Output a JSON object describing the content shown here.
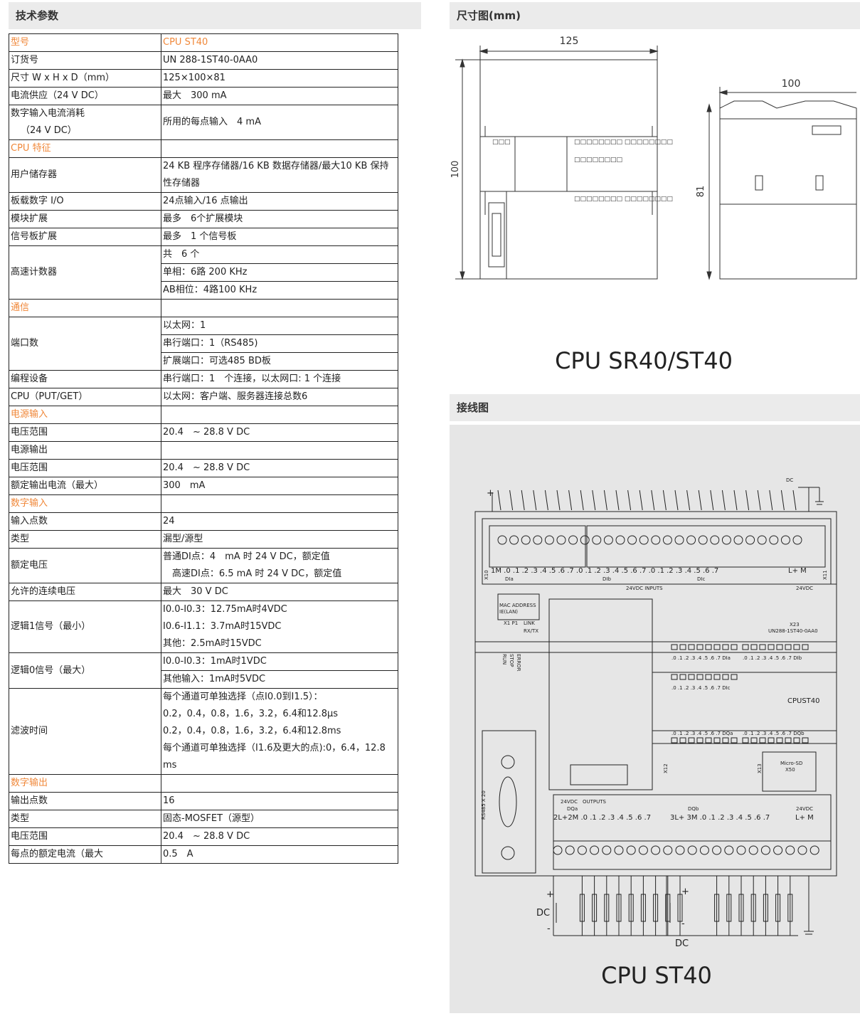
{
  "tech": {
    "heading": "技术参数",
    "rows": [
      {
        "kind": "section",
        "label": "型号",
        "value": "CPU ST40"
      },
      {
        "kind": "row",
        "label": "订货号",
        "value": "UN 288-1ST40-0AA0"
      },
      {
        "kind": "row",
        "label": "尺寸 W x H x D（mm）",
        "value": "125×100×81"
      },
      {
        "kind": "row",
        "label": "电流供应（24 V DC）",
        "value": "最大　300 mA"
      },
      {
        "kind": "row2",
        "label": "数字输入电流消耗",
        "label2": "（24 V DC）",
        "value": "所用的每点输入　4 mA"
      },
      {
        "kind": "section",
        "label": "CPU 特征",
        "value": ""
      },
      {
        "kind": "wrap",
        "label": "用户储存器",
        "value": "24  KB 程序存储器/16 KB 数据存储器/最大10 KB 保持性存储器"
      },
      {
        "kind": "row",
        "label": "板载数字 I/O",
        "value": "24点输入/16 点输出"
      },
      {
        "kind": "row",
        "label": "模块扩展",
        "value": "最多　6个扩展模块"
      },
      {
        "kind": "row",
        "label": "信号板扩展",
        "value": "最多　1 个信号板"
      },
      {
        "kind": "multi",
        "label": "高速计数器",
        "values": [
          "共　6 个",
          "单相：6路 200 KHz",
          "AB相位：4路100 KHz"
        ]
      },
      {
        "kind": "section",
        "label": "通信",
        "value": ""
      },
      {
        "kind": "multi",
        "label": "端口数",
        "values": [
          "以太网：1",
          "串行端口：1（RS485)",
          "扩展端口：可选485 BD板"
        ]
      },
      {
        "kind": "row",
        "label": "编程设备",
        "value": "串行端口：1　个连接，以太网口: 1 个连接"
      },
      {
        "kind": "row",
        "label": "CPU（PUT/GET）",
        "value": "以太网：客户端、服务器连接总数6"
      },
      {
        "kind": "section",
        "label": "电源输入",
        "value": ""
      },
      {
        "kind": "row",
        "label": "电压范围",
        "value": "20.4　~ 28.8 V DC"
      },
      {
        "kind": "row",
        "label": "电源输出",
        "value": ""
      },
      {
        "kind": "row",
        "label": "电压范围",
        "value": "20.4　~ 28.8 V DC"
      },
      {
        "kind": "row",
        "label": "额定输出电流（最大）",
        "value": "300　mA"
      },
      {
        "kind": "section",
        "label": "数字输入",
        "value": ""
      },
      {
        "kind": "row",
        "label": "输入点数",
        "value": "24"
      },
      {
        "kind": "row",
        "label": "类型",
        "value": "漏型/源型"
      },
      {
        "kind": "lines",
        "label": "额定电压",
        "values": [
          "普通DI点：4　mA 时 24 V DC，额定值",
          "　高速DI点：6.5 mA 时 24 V DC，额定值"
        ]
      },
      {
        "kind": "row",
        "label": "允许的连续电压",
        "value": "最大　30 V DC"
      },
      {
        "kind": "lines",
        "label": "逻辑1信号（最小）",
        "values": [
          "I0.0-I0.3：12.75mA时4VDC",
          "I0.6-I1.1：3.7mA时15VDC",
          "其他：2.5mA时15VDC"
        ]
      },
      {
        "kind": "multi",
        "label": "逻辑0信号（最大）",
        "values": [
          "I0.0-I0.3：1mA时1VDC",
          "其他输入：1mA时5VDC"
        ]
      },
      {
        "kind": "lines",
        "label": "滤波时间",
        "values": [
          "每个通道可单独选择（点I0.0到I1.5）：",
          "0.2，0.4，0.8，1.6，3.2，6.4和12.8μs",
          "0.2，0.4，0.8，1.6，3.2，6.4和12.8ms",
          "每个通道可单独选择（I1.6及更大的点):0，6.4，12.8",
          "ms"
        ]
      },
      {
        "kind": "section",
        "label": "数字输出",
        "value": ""
      },
      {
        "kind": "row",
        "label": "输出点数",
        "value": "16"
      },
      {
        "kind": "row",
        "label": "类型",
        "value": "固态-MOSFET（源型）"
      },
      {
        "kind": "row",
        "label": "电压范围",
        "value": "20.4　~ 28.8 V DC"
      },
      {
        "kind": "row",
        "label": "每点的额定电流（最大",
        "value": "0.5　A"
      }
    ]
  },
  "dimension": {
    "heading": "尺寸图(mm)",
    "width_label": "125",
    "height_label": "100",
    "depth_label": "100",
    "depth_height_label": "81",
    "caption": "CPU SR40/ST40"
  },
  "wiring": {
    "heading": "接线图",
    "caption": "CPU ST40",
    "top_dc": "DC",
    "inputs_label": "24VDC INPUTS",
    "outputs_label": "24VDC　OUTPUTS",
    "vdc_label": "24VDC",
    "mac": [
      "MAC ADDRESS",
      "IE(LAN)"
    ],
    "port_labels": [
      "X1  P1",
      "LINK",
      "RX/TX"
    ],
    "model_x": "X23",
    "model_no": "UN288-1ST40-0AA0",
    "cpu_name": "CPUST40",
    "status": [
      "RUN",
      "STOP",
      "ERROR"
    ],
    "x10": "X10",
    "x11": "X11",
    "x12": "X12",
    "x13": "X13",
    "rs485": "RS485 X 20",
    "microsd": [
      "Micro-SD",
      "X50"
    ],
    "input_terms": "1M  .0   .1   .2   .3   .4   .5   .6    .7   .0   .1   .2   .3   .4   .5   .6   .7   .0   .1   .2   .3   .4   .5   .6   .7",
    "l_m": "L+   M",
    "dia": "DIa",
    "dib": "DIb",
    "dic": "DIc",
    "dqa": "DQa",
    "dqb": "DQb",
    "out_terms_a": "2L+2M .0   .1   .2   .3   .4   .5   .6   .7",
    "out_terms_b": "3L+   3M .0   .1   .2   .3   .4   .5   .6   .7",
    "out_lm": "L+  M",
    "led_row_a": ".0 .1 .2 .3 .4 .5 .6 .7 DIa",
    "led_row_b": ".0 .1 .2 .3 .4 .5 .6 .7 DIb",
    "led_row_c": ".0 .1 .2 .3 .4 .5 .6 .7 DIc",
    "led_row_d": ".0 .1 .2 .3 .4 .5 .6 .7 DQa",
    "led_row_e": ".0 .1 .2 .3 .4 .5 .6 .7 DQb",
    "dc_left": "DC",
    "dc_bottom": "DC",
    "plus": "+",
    "minus": "-"
  },
  "colors": {
    "section_label": "#f0883a",
    "header_bg": "#ebebeb",
    "wiring_bg": "#e6e6e6"
  }
}
